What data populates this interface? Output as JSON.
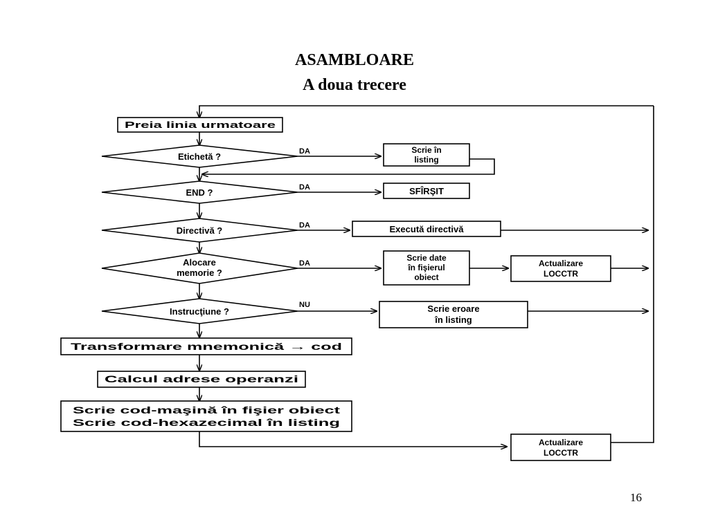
{
  "title": "ASAMBLOARE",
  "subtitle": "A doua trecere",
  "page_number": "16",
  "nodes": {
    "preia_linia": "Preia linia urmatoare",
    "eticheta": "Etichetă ?",
    "scrie_listing_1": "Scrie în",
    "scrie_listing_2": "listing",
    "end": "END ?",
    "sfarsit": "SFÎRŞIT",
    "directiva": "Directivă ?",
    "executa_directiva": "Execută directivă",
    "alocare_1": "Alocare",
    "alocare_2": "memorie ?",
    "scrie_date_1": "Scrie date",
    "scrie_date_2": "în fişierul",
    "scrie_date_3": "obiect",
    "actualizare_1a": "Actualizare",
    "actualizare_1b": "LOCCTR",
    "instructiune": "Instrucţiune ?",
    "scrie_eroare_1": "Scrie eroare",
    "scrie_eroare_2": "în listing",
    "transformare": "Transformare mnemonică → cod",
    "calcul": "Calcul adrese operanzi",
    "scrie_cod_1": "Scrie cod-maşină în fişier obiect",
    "scrie_cod_2": "Scrie cod-hexazecimal în listing",
    "actualizare_2a": "Actualizare",
    "actualizare_2b": "LOCCTR"
  },
  "edge_labels": {
    "da_eticheta": "DA",
    "da_end": "DA",
    "da_directiva": "DA",
    "da_alocare": "DA",
    "nu_instructiune": "NU"
  }
}
